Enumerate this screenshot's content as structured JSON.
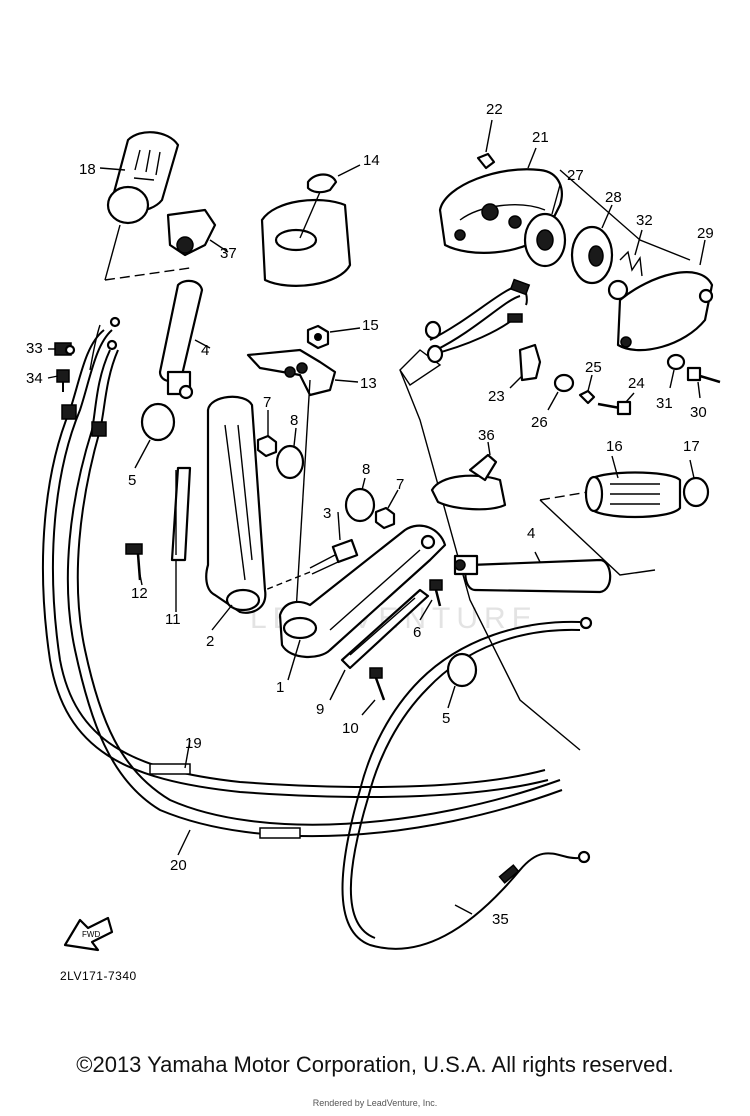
{
  "diagram": {
    "code": "2LV171-7340",
    "watermark": "LEADVENTURE",
    "callouts": {
      "c1": "1",
      "c2": "2",
      "c3": "3",
      "c4a": "4",
      "c4b": "4",
      "c5a": "5",
      "c5b": "5",
      "c6": "6",
      "c7a": "7",
      "c7b": "7",
      "c8a": "8",
      "c8b": "8",
      "c9": "9",
      "c10": "10",
      "c11": "11",
      "c12": "12",
      "c13": "13",
      "c14": "14",
      "c15": "15",
      "c16": "16",
      "c17": "17",
      "c18": "18",
      "c19": "19",
      "c20": "20",
      "c21": "21",
      "c22": "22",
      "c23": "23",
      "c24": "24",
      "c25": "25",
      "c26": "26",
      "c27": "27",
      "c28": "28",
      "c29": "29",
      "c30": "30",
      "c31": "31",
      "c32": "32",
      "c33": "33",
      "c34": "34",
      "c35": "35",
      "c36": "36",
      "c37": "37"
    },
    "fwd_arrow": "FWD"
  },
  "footer": {
    "copyright": "©2013 Yamaha Motor Corporation, U.S.A. All rights reserved.",
    "rendered": "Rendered by LeadVenture, Inc."
  }
}
